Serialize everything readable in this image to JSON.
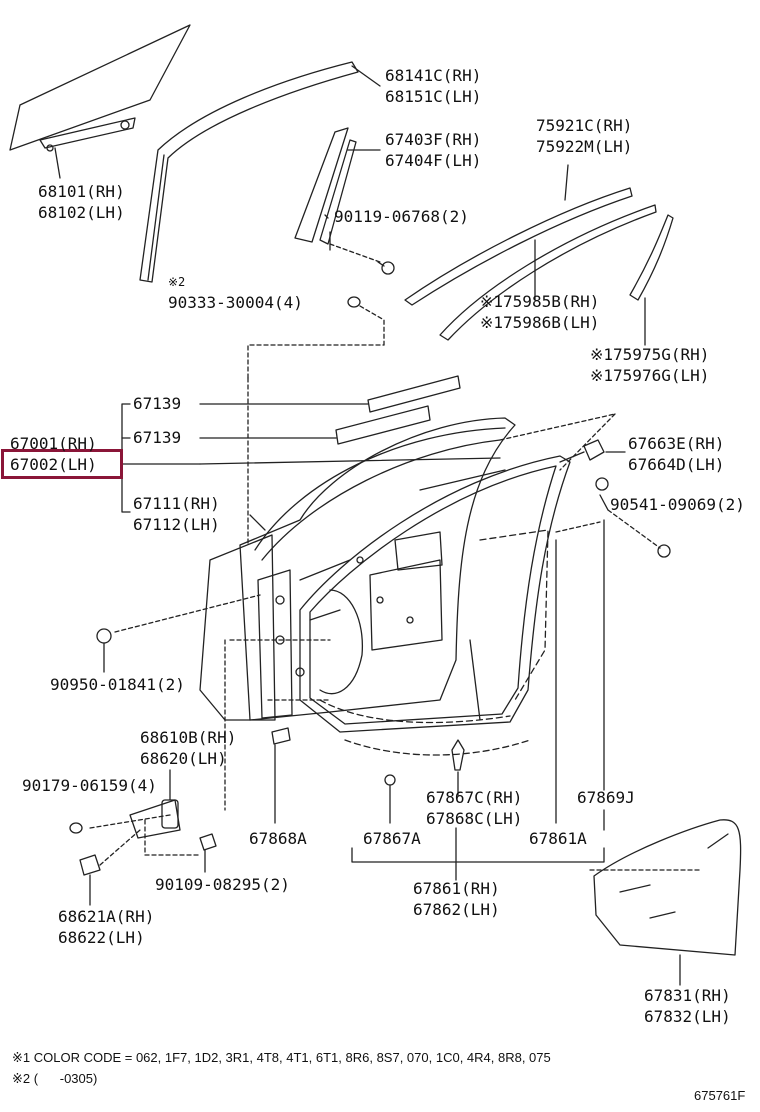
{
  "highlight_color": "#8a1538",
  "labels": {
    "p68141": "68141C(RH)",
    "p68151": "68151C(LH)",
    "p67403": "67403F(RH)",
    "p67404": "67404F(LH)",
    "p75921": "75921C(RH)",
    "p75922": "75922M(LH)",
    "p68101": "68101(RH)",
    "p68102": "68102(LH)",
    "p90119": "90119-06768(2)",
    "mark2": "※2",
    "p90333": "90333-30004(4)",
    "p75985": "※175985B(RH)",
    "p75986": "※175986B(LH)",
    "p75975": "※175975G(RH)",
    "p75976": "※175976G(LH)",
    "p67139a": "67139",
    "p67139b": "67139",
    "p67001": "67001(RH)",
    "p67002": "67002(LH)",
    "p67663": "67663E(RH)",
    "p67664": "67664D(LH)",
    "p67111": "67111(RH)",
    "p67112": "67112(LH)",
    "p90541": "90541-09069(2)",
    "p90950": "90950-01841(2)",
    "p68610": "68610B(RH)",
    "p68620": "68620(LH)",
    "p90179": "90179-06159(4)",
    "p67867c": "67867C(RH)",
    "p67868c": "67868C(LH)",
    "p67869j": "67869J",
    "p67868a": "67868A",
    "p67867a": "67867A",
    "p67861a": "67861A",
    "p90109": "90109-08295(2)",
    "p67861": "67861(RH)",
    "p67862": "67862(LH)",
    "p68621": "68621A(RH)",
    "p68622": "68622(LH)",
    "p67831": "67831(RH)",
    "p67832": "67832(LH)"
  },
  "footnotes": {
    "note1": "※1 COLOR CODE = 062, 1F7, 1D2, 3R1, 4T8, 4T1, 6T1, 8R6, 8S7, 070, 1C0, 4R4, 8R8, 075",
    "note2": "※2 (      -0305)"
  },
  "catalog_id": "675761F"
}
